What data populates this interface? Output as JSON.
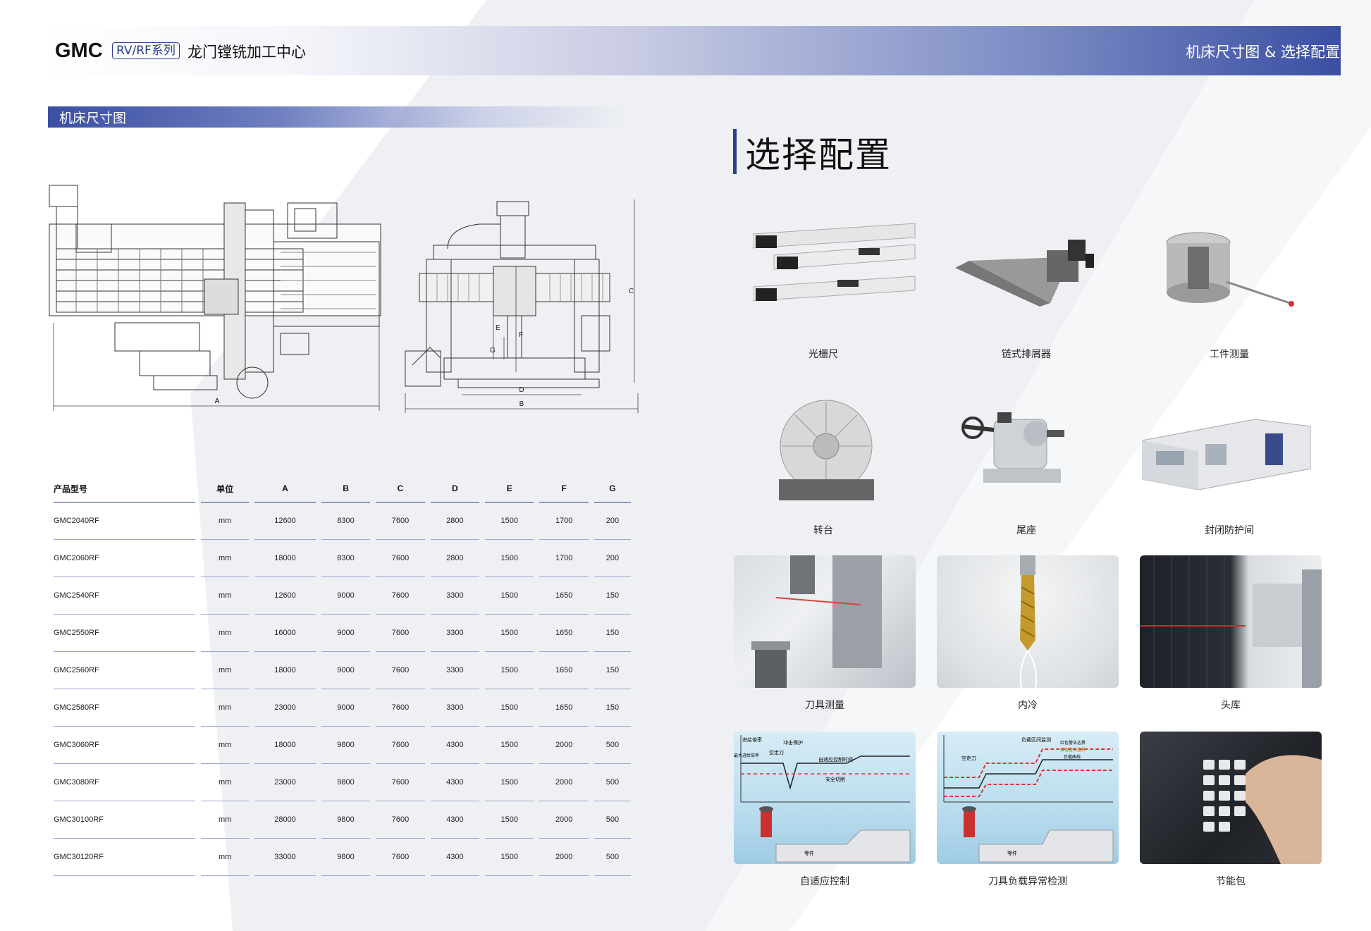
{
  "header": {
    "brand": "GMC",
    "series": "RV/RF系列",
    "subtitle": "龙门镗铣加工中心",
    "right_title": "机床尺寸图 & 选择配置"
  },
  "dimensions_section": {
    "title": "机床尺寸图",
    "drawing_labels": [
      "A",
      "B",
      "C",
      "D",
      "E",
      "F",
      "G"
    ]
  },
  "spec_table": {
    "headers": [
      "产品型号",
      "单位",
      "A",
      "B",
      "C",
      "D",
      "E",
      "F",
      "G"
    ],
    "rows": [
      [
        "GMC2040RF",
        "mm",
        "12600",
        "8300",
        "7600",
        "2800",
        "1500",
        "1700",
        "200"
      ],
      [
        "GMC2060RF",
        "mm",
        "18000",
        "8300",
        "7600",
        "2800",
        "1500",
        "1700",
        "200"
      ],
      [
        "GMC2540RF",
        "mm",
        "12600",
        "9000",
        "7600",
        "3300",
        "1500",
        "1650",
        "150"
      ],
      [
        "GMC2550RF",
        "mm",
        "16000",
        "9000",
        "7600",
        "3300",
        "1500",
        "1650",
        "150"
      ],
      [
        "GMC2560RF",
        "mm",
        "18000",
        "9000",
        "7600",
        "3300",
        "1500",
        "1650",
        "150"
      ],
      [
        "GMC2580RF",
        "mm",
        "23000",
        "9000",
        "7600",
        "3300",
        "1500",
        "1650",
        "150"
      ],
      [
        "GMC3060RF",
        "mm",
        "18000",
        "9800",
        "7600",
        "4300",
        "1500",
        "2000",
        "500"
      ],
      [
        "GMC3080RF",
        "mm",
        "23000",
        "9800",
        "7600",
        "4300",
        "1500",
        "2000",
        "500"
      ],
      [
        "GMC30100RF",
        "mm",
        "28000",
        "9800",
        "7600",
        "4300",
        "1500",
        "2000",
        "500"
      ],
      [
        "GMC30120RF",
        "mm",
        "33000",
        "9800",
        "7600",
        "4300",
        "1500",
        "2000",
        "500"
      ]
    ]
  },
  "options": {
    "title": "选择配置",
    "items": [
      {
        "label": "光栅尺"
      },
      {
        "label": "链式排屑器"
      },
      {
        "label": "工件测量"
      },
      {
        "label": "转台"
      },
      {
        "label": "尾座"
      },
      {
        "label": "封闭防护间"
      },
      {
        "label": "刀具测量"
      },
      {
        "label": "内冷"
      },
      {
        "label": "头库"
      },
      {
        "label": "自适应控制"
      },
      {
        "label": "刀具负载异常检测"
      },
      {
        "label": "节能包"
      }
    ],
    "adaptive_chart_labels": [
      "进给倍率",
      "冲击保护",
      "空走刀",
      "最大进给倍率",
      "自适应控制时间",
      "安全切削",
      "零件"
    ],
    "load_chart_labels": [
      "负载区间监测",
      "空走刀",
      "红色警告边界",
      "黄色警告边界",
      "负载曲线",
      "零件"
    ]
  },
  "colors": {
    "brand_blue": "#2d3e8c",
    "header_gradient_end": "#3b4fa3"
  }
}
